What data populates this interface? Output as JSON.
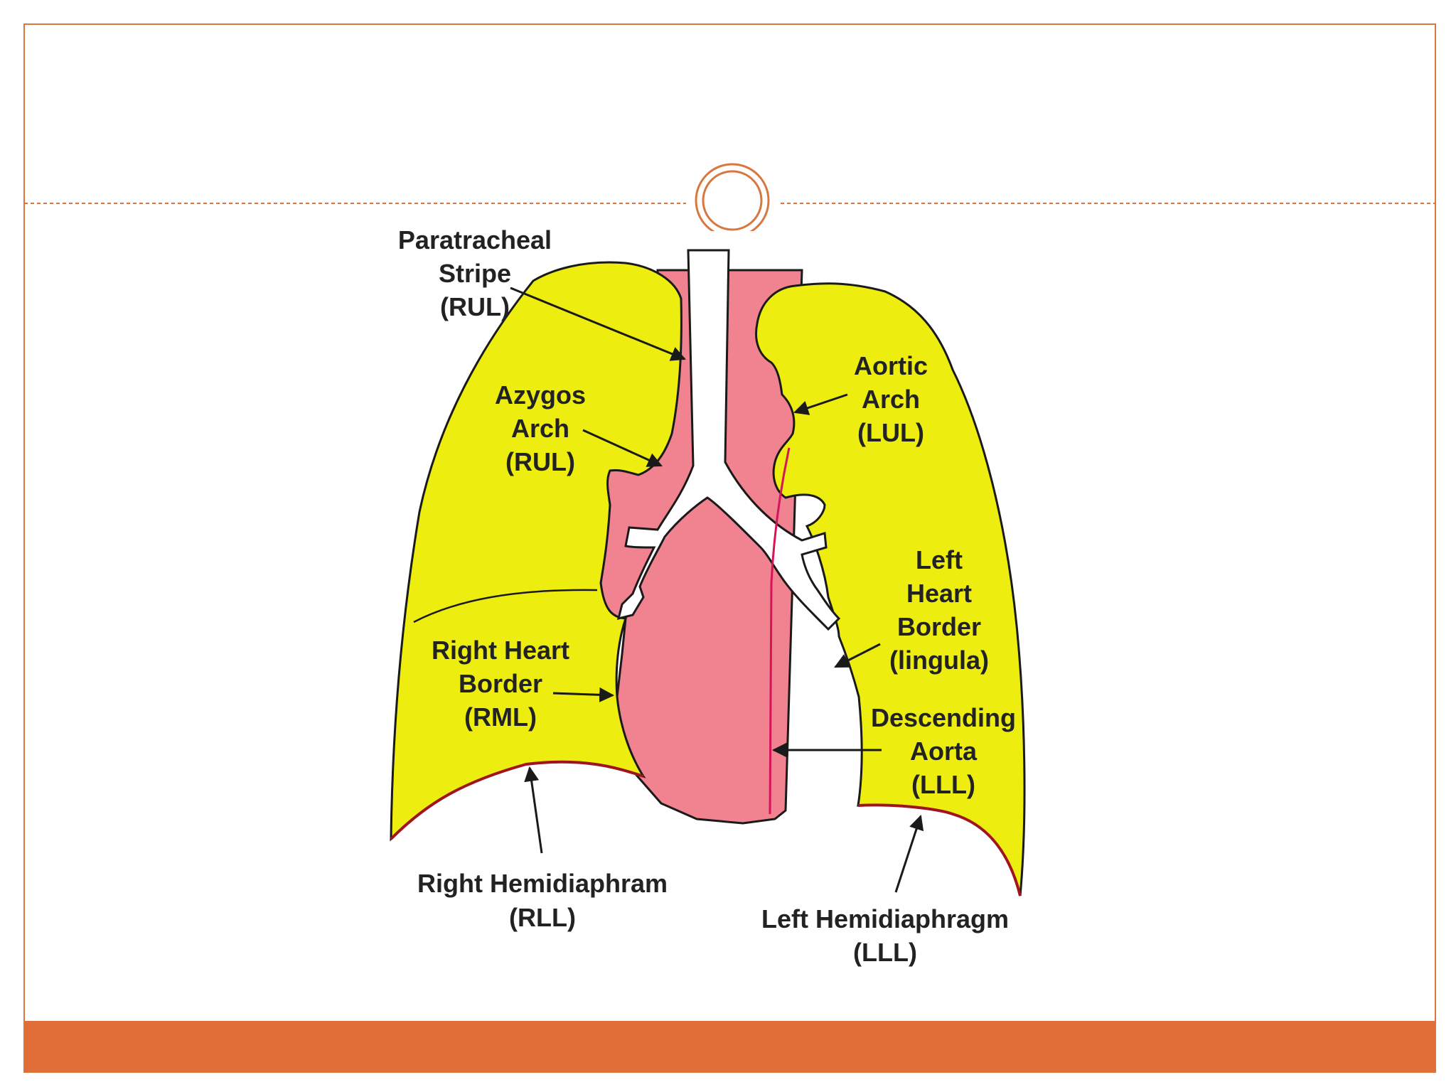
{
  "colors": {
    "frame": "#d97741",
    "footer_bar": "#e06e38",
    "lung": "#eded10",
    "mediastinum": "#f0838f",
    "outline": "#1a1a1a",
    "diaphragm": "#a0141e",
    "aorta_line": "#d6145a",
    "label": "#222222"
  },
  "labels": {
    "paratracheal": [
      "Paratracheal",
      "Stripe",
      "(RUL)"
    ],
    "azygos": [
      "Azygos",
      "Arch",
      "(RUL)"
    ],
    "aortic": [
      "Aortic",
      "Arch",
      "(LUL)"
    ],
    "left_heart": [
      "Left",
      "Heart",
      "Border",
      "(lingula)"
    ],
    "right_heart": [
      "Right Heart",
      "Border",
      "(RML)"
    ],
    "descending": [
      "Descending",
      "Aorta",
      "(LLL)"
    ],
    "right_hemi": [
      "Right Hemidiaphram",
      "(RLL)"
    ],
    "left_hemi": [
      "Left Hemidiaphragm",
      "(LLL)"
    ]
  }
}
